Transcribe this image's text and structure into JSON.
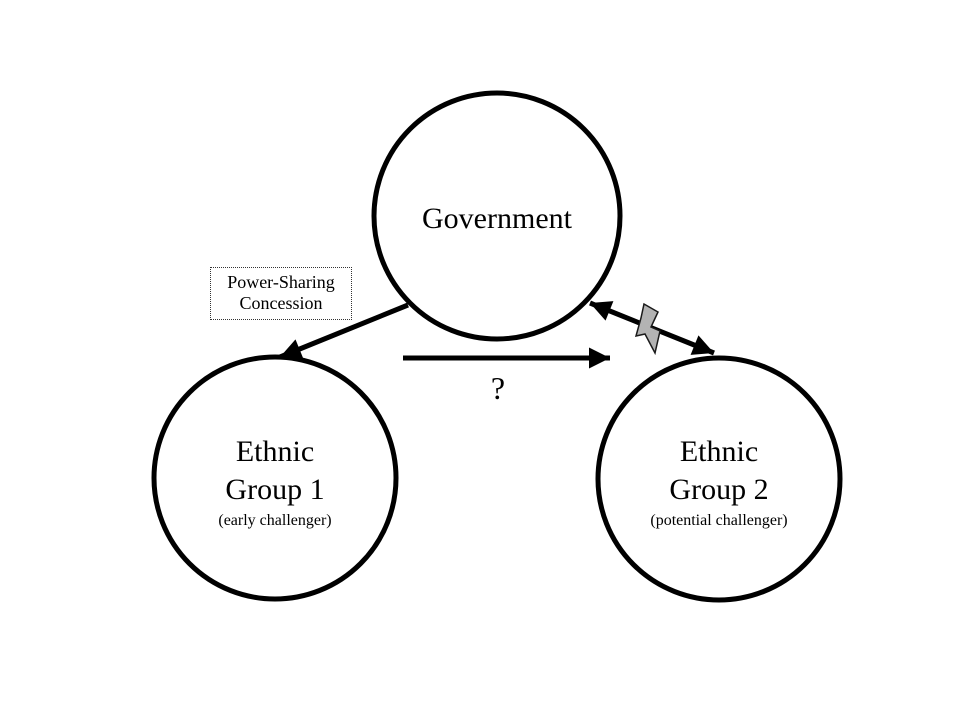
{
  "diagram": {
    "colors": {
      "background": "#ffffff",
      "line": "#000000",
      "text": "#000000",
      "bolt_fill": "#b3b3b3",
      "bolt_stroke": "#1a1a1a",
      "dotted_border": "#333333"
    },
    "government": {
      "label": "Government"
    },
    "group1": {
      "title_line1": "Ethnic",
      "title_line2": "Group 1",
      "subtitle": "(early challenger)"
    },
    "group2": {
      "title_line1": "Ethnic",
      "title_line2": "Group 2",
      "subtitle": "(potential challenger)"
    },
    "concession_label": {
      "line1": "Power-Sharing",
      "line2": "Concession"
    },
    "question_label": "?",
    "icons": {
      "conflict": "lightning-bolt-icon"
    }
  }
}
